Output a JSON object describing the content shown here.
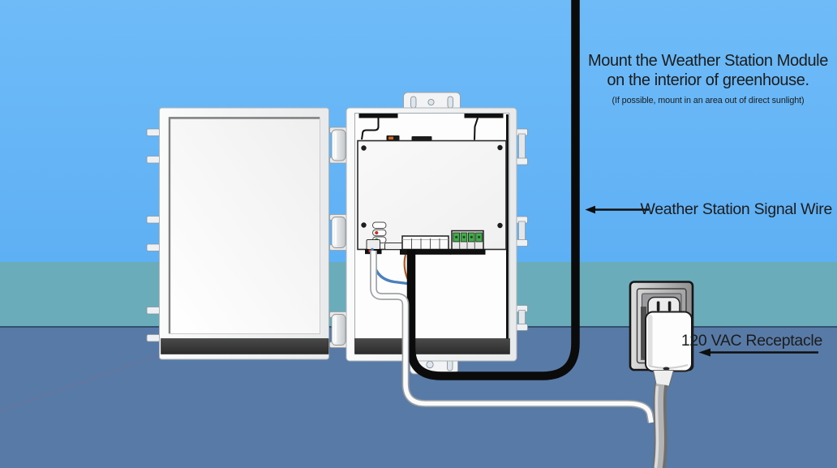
{
  "annotations": {
    "instruction_line1": "Mount the Weather Station Module",
    "instruction_line2": "on the interior of greenhouse.",
    "instruction_note": "(If possible, mount in an area out of direct sunlight)",
    "signal_wire_label": "Weather Station Signal Wire",
    "receptacle_label": "120 VAC Receptacle"
  },
  "icons": {
    "signal_wire_arrow": "left-arrow",
    "receptacle_arrow": "left-arrow"
  },
  "colors": {
    "sky": "#64b5f7",
    "wall_band": "#6aacba",
    "wall_edge": "#33506f",
    "ground": "#587aa6",
    "signal_wire": "#0b0b0b",
    "power_cable_core": "#fbfbfb",
    "plug_cord": "#adadad",
    "enclosure_body": "#f2f3f4",
    "vent_strip": "#3a3a3a",
    "circuit_board": "#f6f6f6",
    "led_red": "#c62f2a",
    "led_green": "#2e9e43",
    "terminal_green": "#3fae47",
    "wire_blue": "#4a80bd",
    "wire_orange": "#b25a26",
    "annotation_text": "#1c1c1c"
  }
}
